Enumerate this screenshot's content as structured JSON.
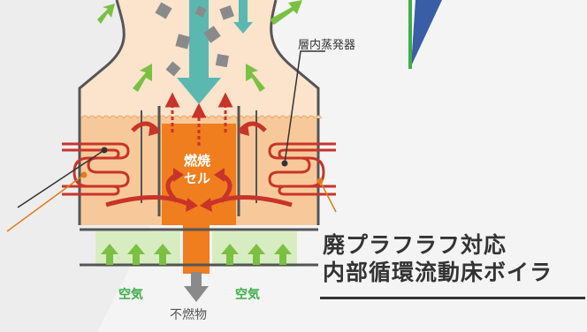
{
  "labels": {
    "evaporator": "層内蒸発器",
    "combustion_cell_line1": "燃焼",
    "combustion_cell_line2": "セル",
    "air_left": "空気",
    "air_right": "空気",
    "incombustibles": "不燃物"
  },
  "title": {
    "line1": "廃プラフラフ対応",
    "line2": "内部循環流動床ボイラ"
  },
  "colors": {
    "background": "#ededed",
    "sand_bed": "#f7c99a",
    "combustion_cell": "#f07d1e",
    "tube_red": "#c8342a",
    "flow_arrow": "#c8342a",
    "air_green": "#7bc043",
    "down_arrow": "#5bb8b1",
    "accent_blue": "#3a5ea6",
    "accent_green": "#3fae49"
  }
}
